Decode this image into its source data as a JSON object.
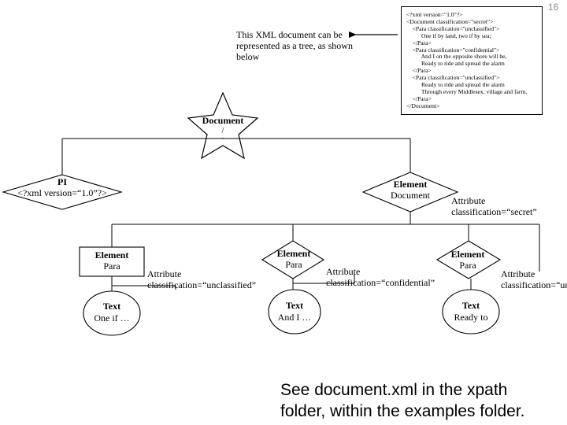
{
  "page_number": "16",
  "xml_source_lines": [
    "<?xml version=\"1.0\"?>",
    "<Document classification=\"secret\">",
    "    <Para classification=\"unclassified\">",
    "          One if by land, two if by sea;",
    "    </Para>",
    "    <Para classification=\"confidential\">",
    "          And I on the opposite shore will be,",
    "          Ready to ride and spread the alarm",
    "    </Para>",
    "    <Para classification=\"unclassified\">",
    "          Ready to ride and spread the alarm",
    "          Through every Middlesex, village and farm,",
    "    </Para>",
    "</Document>"
  ],
  "note_text": "This XML document can be represented as a tree, as shown below",
  "root": {
    "label": "Document",
    "sub": "/"
  },
  "pi": {
    "title": "PI",
    "text": "<?xml version=“1.0”?>"
  },
  "doc_element": {
    "title": "Element",
    "text": "Document"
  },
  "doc_attribute": {
    "title": "Attribute",
    "text": "classification=“secret”"
  },
  "paras": [
    {
      "element_title": "Element",
      "element_text": "Para",
      "attr_title": "Attribute",
      "attr_text": "classification=“unclassified”",
      "text_title": "Text",
      "text_text": "One if …"
    },
    {
      "element_title": "Element",
      "element_text": "Para",
      "attr_title": "Attribute",
      "attr_text": "classification=“confidential”",
      "text_title": "Text",
      "text_text": "And I …"
    },
    {
      "element_title": "Element",
      "element_text": "Para",
      "attr_title": "Attribute",
      "attr_text": "classification=“unclassified”",
      "text_title": "Text",
      "text_text": "Ready to"
    }
  ],
  "footer_lines": [
    "See document.xml in the xpath",
    "folder, within the examples folder."
  ]
}
